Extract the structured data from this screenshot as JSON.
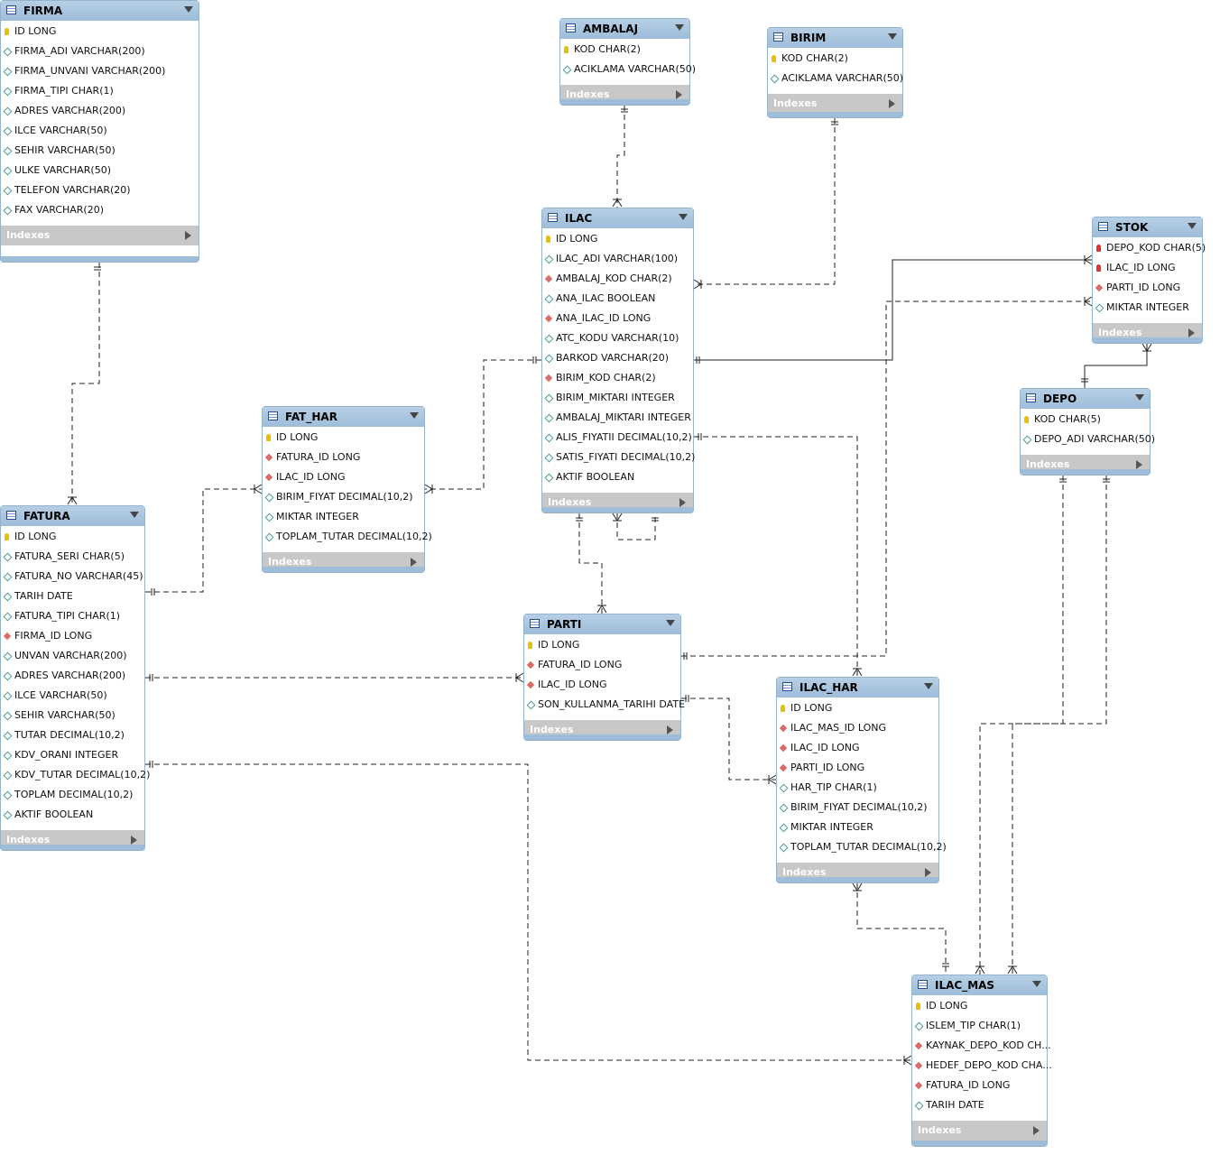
{
  "tables": {
    "firma": {
      "name": "FIRMA",
      "index_label": "Indexes",
      "columns": [
        {
          "text": "ID LONG",
          "key": "pk"
        },
        {
          "text": "FIRMA_ADI VARCHAR(200)",
          "key": "attr"
        },
        {
          "text": "FIRMA_UNVANI VARCHAR(200)",
          "key": "attr"
        },
        {
          "text": "FIRMA_TIPI CHAR(1)",
          "key": "attr"
        },
        {
          "text": "ADRES VARCHAR(200)",
          "key": "attr"
        },
        {
          "text": "ILCE VARCHAR(50)",
          "key": "attr"
        },
        {
          "text": "SEHIR VARCHAR(50)",
          "key": "attr"
        },
        {
          "text": "ULKE VARCHAR(50)",
          "key": "attr"
        },
        {
          "text": "TELEFON VARCHAR(20)",
          "key": "attr"
        },
        {
          "text": "FAX VARCHAR(20)",
          "key": "attr"
        }
      ]
    },
    "ambalaj": {
      "name": "AMBALAJ",
      "index_label": "Indexes",
      "columns": [
        {
          "text": "KOD CHAR(2)",
          "key": "pk"
        },
        {
          "text": "ACIKLAMA VARCHAR(50)",
          "key": "attr"
        }
      ]
    },
    "birim": {
      "name": "BIRIM",
      "index_label": "Indexes",
      "columns": [
        {
          "text": "KOD CHAR(2)",
          "key": "pk"
        },
        {
          "text": "ACIKLAMA VARCHAR(50)",
          "key": "attr"
        }
      ]
    },
    "ilac": {
      "name": "ILAC",
      "index_label": "Indexes",
      "columns": [
        {
          "text": "ID LONG",
          "key": "pk"
        },
        {
          "text": "ILAC_ADI VARCHAR(100)",
          "key": "attr"
        },
        {
          "text": "AMBALAJ_KOD CHAR(2)",
          "key": "fk"
        },
        {
          "text": "ANA_ILAC BOOLEAN",
          "key": "attr"
        },
        {
          "text": "ANA_ILAC_ID LONG",
          "key": "fk"
        },
        {
          "text": "ATC_KODU VARCHAR(10)",
          "key": "attr"
        },
        {
          "text": "BARKOD VARCHAR(20)",
          "key": "attr"
        },
        {
          "text": "BIRIM_KOD CHAR(2)",
          "key": "fk"
        },
        {
          "text": "BIRIM_MIKTARI INTEGER",
          "key": "attr"
        },
        {
          "text": "AMBALAJ_MIKTARI INTEGER",
          "key": "attr"
        },
        {
          "text": "ALIS_FIYATII DECIMAL(10,2)",
          "key": "attr"
        },
        {
          "text": "SATIS_FIYATI DECIMAL(10,2)",
          "key": "attr"
        },
        {
          "text": "AKTIF BOOLEAN",
          "key": "attr"
        }
      ]
    },
    "stok": {
      "name": "STOK",
      "index_label": "Indexes",
      "columns": [
        {
          "text": "DEPO_KOD CHAR(5)",
          "key": "fkpk"
        },
        {
          "text": "ILAC_ID LONG",
          "key": "fkpk"
        },
        {
          "text": "PARTI_ID LONG",
          "key": "fk"
        },
        {
          "text": "MIKTAR INTEGER",
          "key": "attr"
        }
      ]
    },
    "depo": {
      "name": "DEPO",
      "index_label": "Indexes",
      "columns": [
        {
          "text": "KOD CHAR(5)",
          "key": "pk"
        },
        {
          "text": "DEPO_ADI VARCHAR(50)",
          "key": "attr"
        }
      ]
    },
    "fat_har": {
      "name": "FAT_HAR",
      "index_label": "Indexes",
      "columns": [
        {
          "text": "ID LONG",
          "key": "pk"
        },
        {
          "text": "FATURA_ID LONG",
          "key": "fk"
        },
        {
          "text": "ILAC_ID LONG",
          "key": "fk"
        },
        {
          "text": "BIRIM_FIYAT DECIMAL(10,2)",
          "key": "attr"
        },
        {
          "text": "MIKTAR INTEGER",
          "key": "attr"
        },
        {
          "text": "TOPLAM_TUTAR DECIMAL(10,2)",
          "key": "attr"
        }
      ]
    },
    "fatura": {
      "name": "FATURA",
      "index_label": "Indexes",
      "columns": [
        {
          "text": "ID LONG",
          "key": "pk"
        },
        {
          "text": "FATURA_SERI CHAR(5)",
          "key": "attr"
        },
        {
          "text": "FATURA_NO VARCHAR(45)",
          "key": "attr"
        },
        {
          "text": "TARIH DATE",
          "key": "attr"
        },
        {
          "text": "FATURA_TIPI CHAR(1)",
          "key": "attr"
        },
        {
          "text": "FIRMA_ID LONG",
          "key": "fk"
        },
        {
          "text": "UNVAN VARCHAR(200)",
          "key": "attr"
        },
        {
          "text": "ADRES VARCHAR(200)",
          "key": "attr"
        },
        {
          "text": "ILCE VARCHAR(50)",
          "key": "attr"
        },
        {
          "text": "SEHIR VARCHAR(50)",
          "key": "attr"
        },
        {
          "text": "TUTAR DECIMAL(10,2)",
          "key": "attr"
        },
        {
          "text": "KDV_ORANI INTEGER",
          "key": "attr"
        },
        {
          "text": "KDV_TUTAR DECIMAL(10,2)",
          "key": "attr"
        },
        {
          "text": "TOPLAM DECIMAL(10,2)",
          "key": "attr"
        },
        {
          "text": "AKTIF BOOLEAN",
          "key": "attr"
        }
      ]
    },
    "parti": {
      "name": "PARTI",
      "index_label": "Indexes",
      "columns": [
        {
          "text": "ID LONG",
          "key": "pk"
        },
        {
          "text": "FATURA_ID LONG",
          "key": "fk"
        },
        {
          "text": "ILAC_ID LONG",
          "key": "fk"
        },
        {
          "text": "SON_KULLANMA_TARIHI DATE",
          "key": "attr"
        }
      ]
    },
    "ilac_har": {
      "name": "ILAC_HAR",
      "index_label": "Indexes",
      "columns": [
        {
          "text": "ID LONG",
          "key": "pk"
        },
        {
          "text": "ILAC_MAS_ID LONG",
          "key": "fk"
        },
        {
          "text": "ILAC_ID LONG",
          "key": "fk"
        },
        {
          "text": "PARTI_ID LONG",
          "key": "fk"
        },
        {
          "text": "HAR_TIP CHAR(1)",
          "key": "attr"
        },
        {
          "text": "BIRIM_FIYAT DECIMAL(10,2)",
          "key": "attr"
        },
        {
          "text": "MIKTAR INTEGER",
          "key": "attr"
        },
        {
          "text": "TOPLAM_TUTAR DECIMAL(10,2)",
          "key": "attr"
        }
      ]
    },
    "ilac_mas": {
      "name": "ILAC_MAS",
      "index_label": "Indexes",
      "columns": [
        {
          "text": "ID LONG",
          "key": "pk"
        },
        {
          "text": "ISLEM_TIP CHAR(1)",
          "key": "attr"
        },
        {
          "text": "KAYNAK_DEPO_KOD CH...",
          "key": "fk"
        },
        {
          "text": "HEDEF_DEPO_KOD CHA...",
          "key": "fk"
        },
        {
          "text": "FATURA_ID LONG",
          "key": "fk"
        },
        {
          "text": "TARIH DATE",
          "key": "attr"
        }
      ]
    }
  },
  "relationships": [
    {
      "from": "FIRMA",
      "to": "FATURA",
      "identifying": false
    },
    {
      "from": "AMBALAJ",
      "to": "ILAC",
      "identifying": false
    },
    {
      "from": "BIRIM",
      "to": "ILAC",
      "identifying": false
    },
    {
      "from": "ILAC",
      "to": "FAT_HAR",
      "identifying": false
    },
    {
      "from": "FATURA",
      "to": "FAT_HAR",
      "identifying": false
    },
    {
      "from": "ILAC",
      "to": "STOK",
      "identifying": true
    },
    {
      "from": "PARTI",
      "to": "STOK",
      "identifying": false
    },
    {
      "from": "DEPO",
      "to": "STOK",
      "identifying": true
    },
    {
      "from": "ILAC",
      "to": "ILAC",
      "identifying": false
    },
    {
      "from": "ILAC",
      "to": "PARTI",
      "identifying": false
    },
    {
      "from": "FATURA",
      "to": "PARTI",
      "identifying": false
    },
    {
      "from": "ILAC",
      "to": "ILAC_HAR",
      "identifying": false
    },
    {
      "from": "PARTI",
      "to": "ILAC_HAR",
      "identifying": false
    },
    {
      "from": "ILAC_MAS",
      "to": "ILAC_HAR",
      "identifying": false
    },
    {
      "from": "DEPO",
      "to": "ILAC_MAS",
      "identifying": false
    },
    {
      "from": "DEPO",
      "to": "ILAC_MAS",
      "identifying": false
    },
    {
      "from": "FATURA",
      "to": "ILAC_MAS",
      "identifying": false
    }
  ]
}
